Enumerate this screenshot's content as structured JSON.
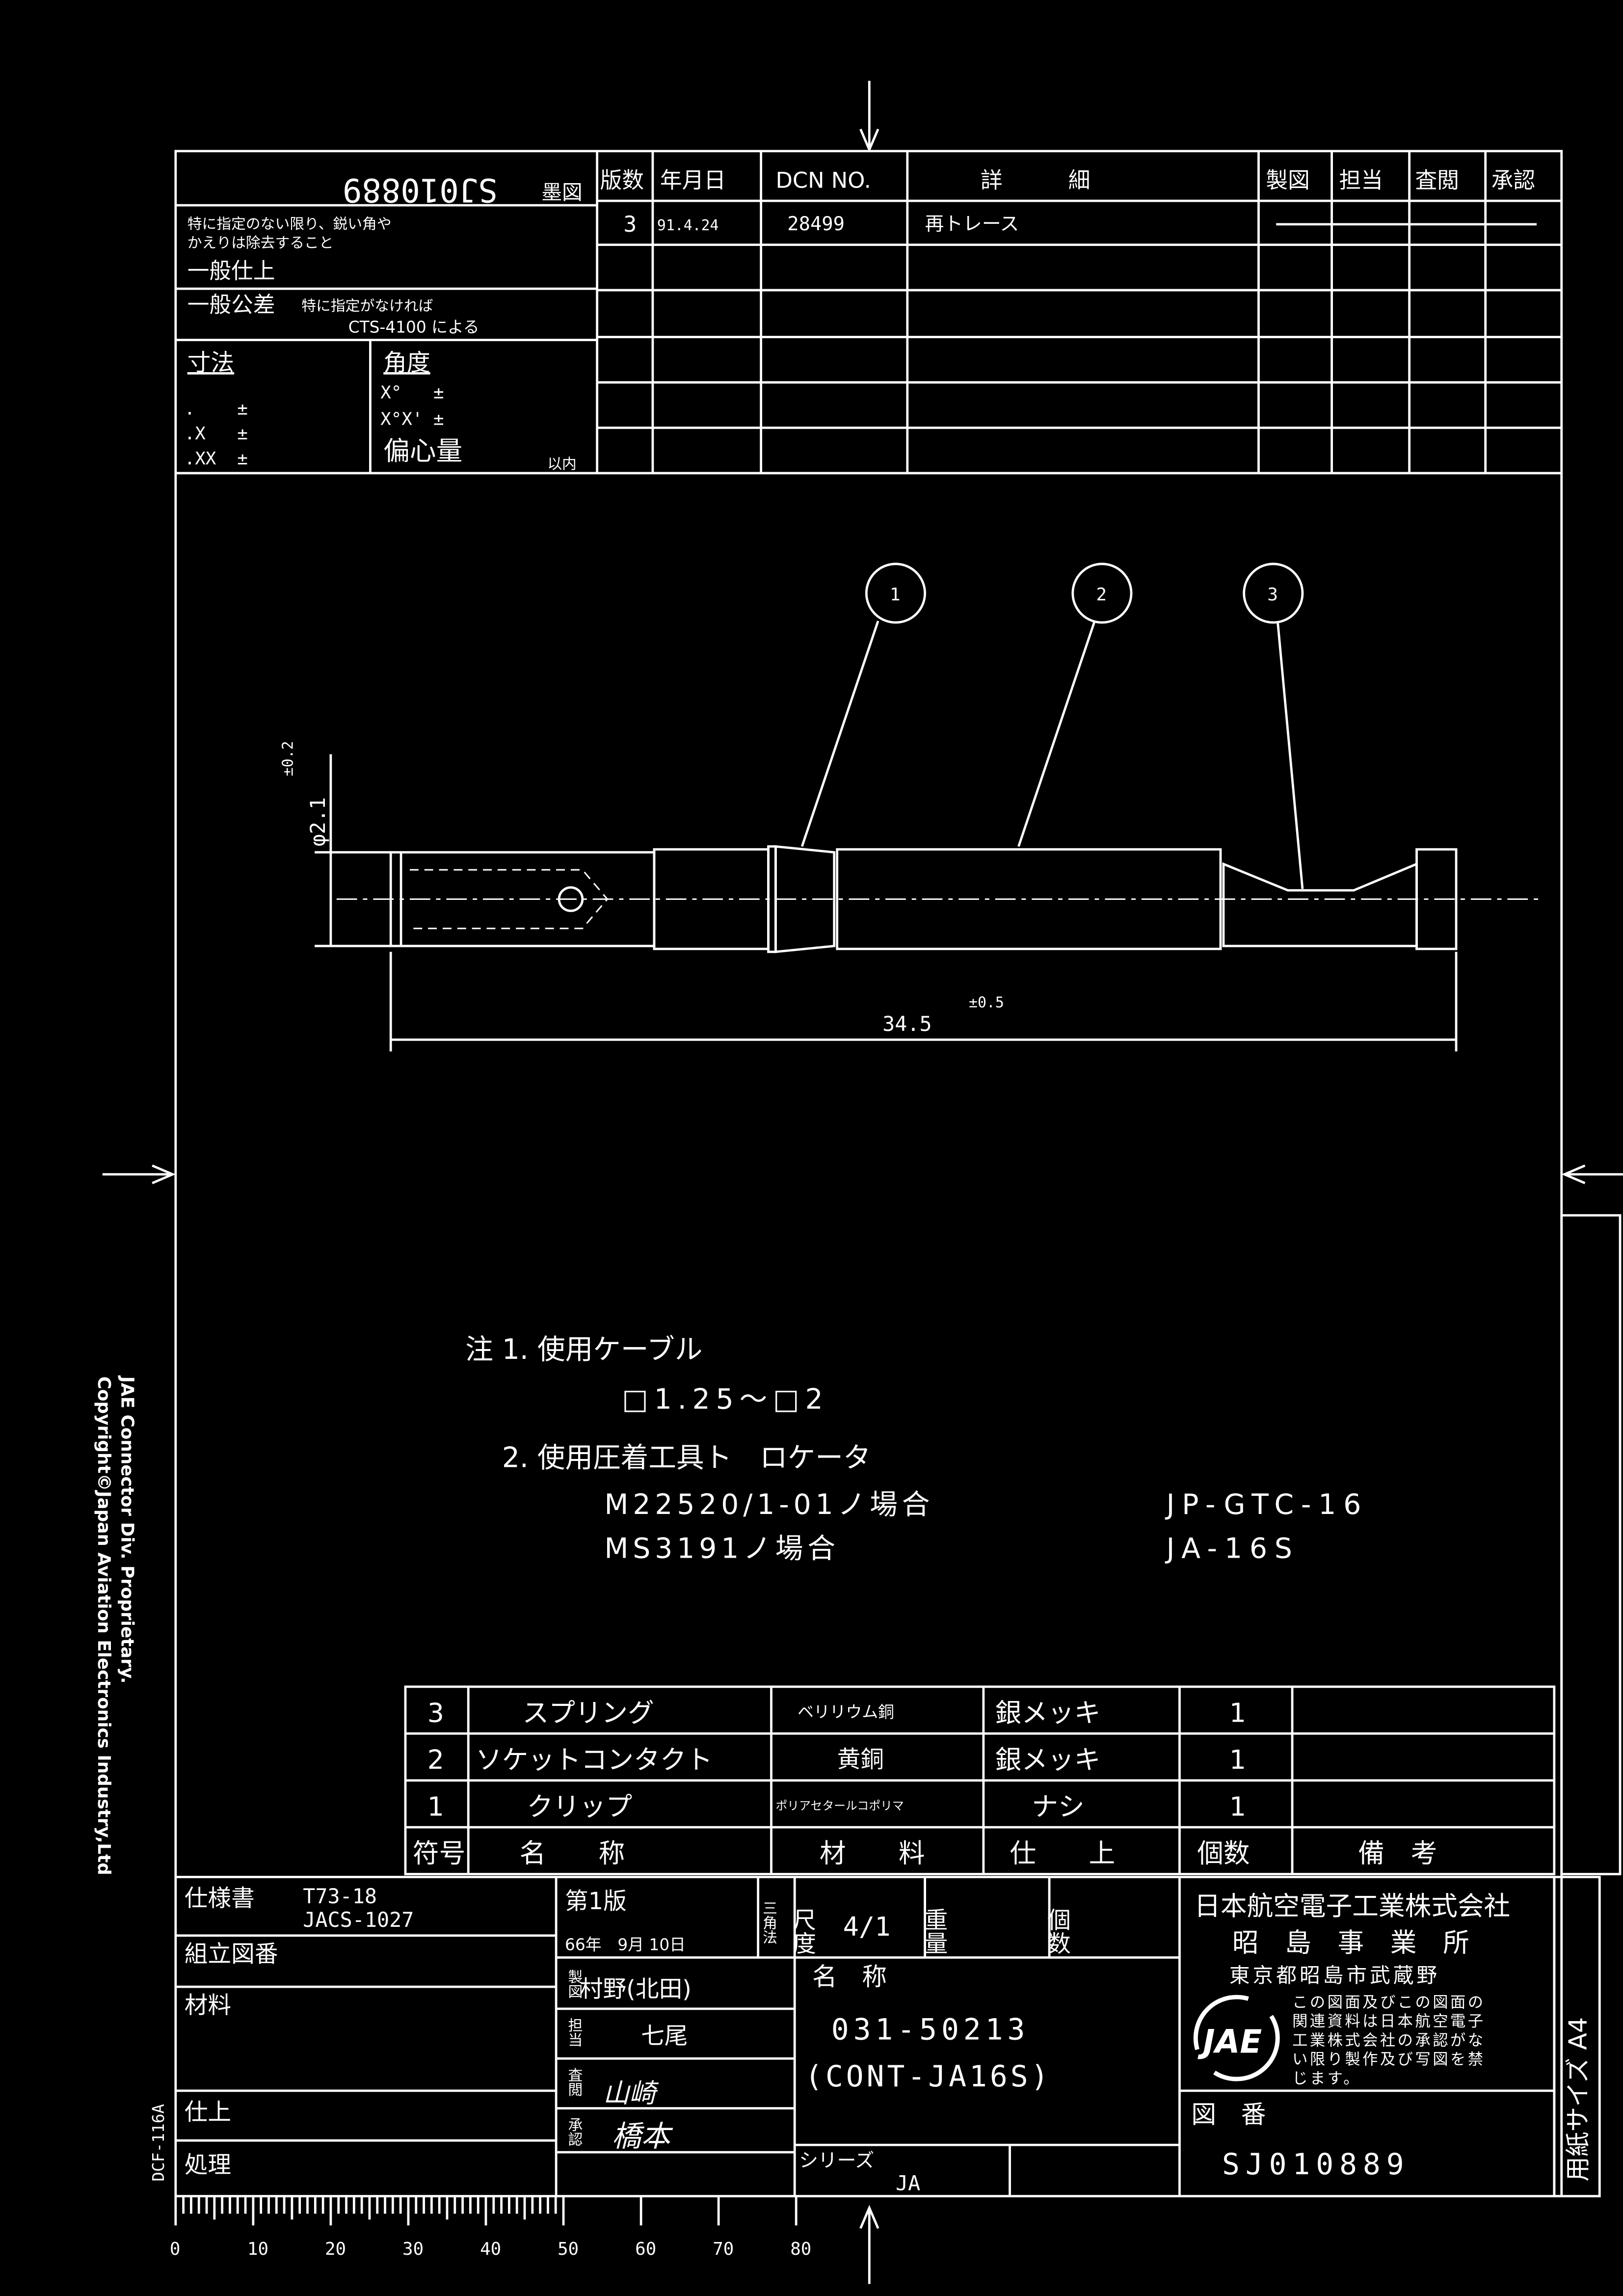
{
  "header_block": {
    "drawing_number_mirrored": "SJ010889",
    "mirror_label": "墨図",
    "note_edges": [
      "特に指定のない限り、鋭い角や",
      "かえりは除去すること"
    ],
    "general_finish": "一般仕上",
    "general_tolerance": "一般公差",
    "tolerance_note": "特に指定がなければ",
    "tolerance_standard": "CTS-4100 による",
    "dimension_label": "寸法",
    "angle_label": "角度",
    "dim_rows": [
      ".    ±",
      ".X   ±",
      ".XX  ±"
    ],
    "angle_rows": [
      "X°   ±",
      "X°X' ±"
    ],
    "eccentricity": "偏心量",
    "within": "以内"
  },
  "revision_table": {
    "headers": [
      "版数",
      "年月日",
      "DCN NO.",
      "詳　　　細",
      "製図",
      "担当",
      "査閲",
      "承認"
    ],
    "rows": [
      {
        "rev": "3",
        "date": "91.4.24",
        "dcn": "28499",
        "detail": "再トレース"
      }
    ]
  },
  "drawing": {
    "balloons": [
      "1",
      "2",
      "3"
    ],
    "diameter": "φ2.1",
    "diameter_tol": "±0.2",
    "length": "34.5",
    "length_tol": "±0.5"
  },
  "notes": [
    "注 1. 使用ケーブル",
    "□1.25～□2",
    "2. 使用圧着工具ト　ロケータ",
    "M22520/1-01ノ場合",
    "JP-GTC-16",
    "MS3191ノ場合",
    "JA-16S"
  ],
  "parts_table": {
    "headers": [
      "符号",
      "名　　称",
      "材　　料",
      "仕　　上",
      "個数",
      "備　考"
    ],
    "rows": [
      {
        "no": "3",
        "name": "スプリング",
        "material": "ベリリウム銅",
        "finish": "銀メッキ",
        "qty": "1"
      },
      {
        "no": "2",
        "name": "ソケットコンタクト",
        "material": "黄銅",
        "finish": "銀メッキ",
        "qty": "1"
      },
      {
        "no": "1",
        "name": "クリップ",
        "material": "ポリアセタールコポリマ",
        "finish": "ナシ",
        "qty": "1"
      }
    ]
  },
  "title_block": {
    "spec_label": "仕様書",
    "spec_values": [
      "T73-18",
      "JACS-1027"
    ],
    "assembly_label": "組立図番",
    "material_label": "材料",
    "finish_label": "仕上",
    "treatment_label": "処理",
    "edition": "第1版",
    "edition_date": "66年　9月 10日",
    "projection": "三角法",
    "scale_label": "尺度",
    "scale_value": "4/1",
    "weight_label": "重量",
    "count_label": "個数",
    "drafter_label": "製図",
    "drafter": "村野(北田)",
    "charge_label": "担当",
    "charge": "七尾",
    "review_label": "査閲",
    "review_signature": "山崎",
    "approve_label": "承認",
    "approve_signature": "橋本",
    "name_label": "名　称",
    "part_number": "031-50213",
    "part_name": "(CONT-JA16S)",
    "series_label": "シリーズ",
    "series": "JA",
    "company": "日本航空電子工業株式会社",
    "division": "昭　島　事　業　所",
    "address": "東京都昭島市武蔵野",
    "confidential": [
      "この図面及びこの図面の",
      "関連資料は日本航空電子",
      "工業株式会社の承認がな",
      "い限り製作及び写図を禁",
      "じます。"
    ],
    "logo_text": "JAE",
    "drawing_no_label": "図　番",
    "drawing_no": "SJ010889",
    "paper_size": "用紙サイズ A4"
  },
  "margin": {
    "proprietary": "JAE Connector Div. Proprietary.",
    "copyright": "Copyright©Japan Aviation Electronics Industry,Ltd",
    "form_no": "DCF-116A"
  },
  "ruler": {
    "labels": [
      "0",
      "10",
      "20",
      "30",
      "40",
      "50",
      "60",
      "70",
      "80"
    ]
  }
}
